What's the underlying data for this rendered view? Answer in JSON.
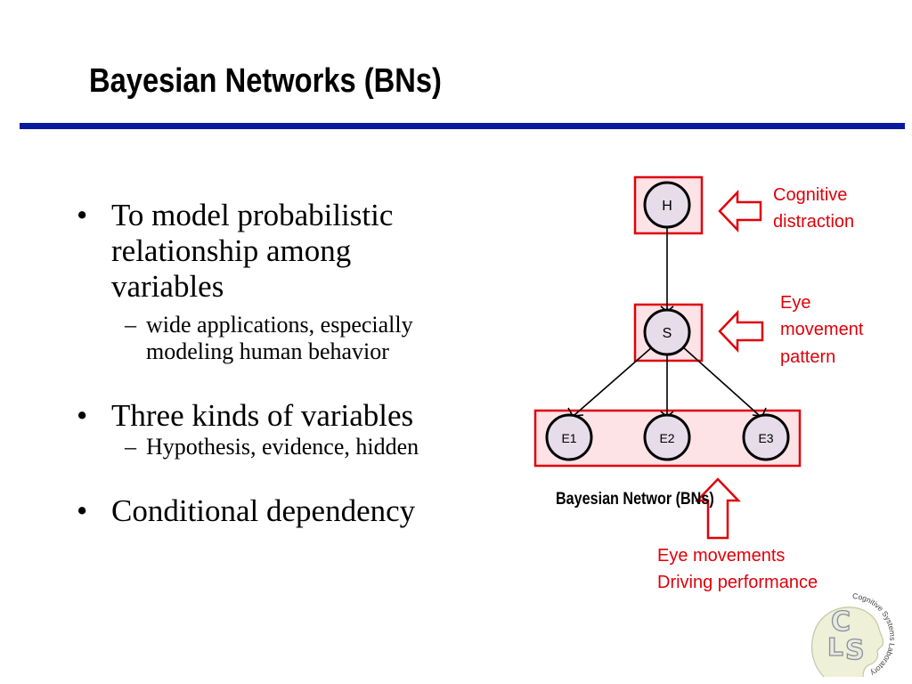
{
  "slide": {
    "title": "Bayesian Networks (BNs)",
    "bullets": [
      {
        "text": "To model probabilistic relationship among variables",
        "lines": [
          "To model probabilistic",
          "relationship among",
          "variables"
        ],
        "sub": [
          "wide applications, especially",
          "modeling human behavior"
        ]
      },
      {
        "text": "Three kinds of variables",
        "sub": [
          "Hypothesis, evidence, hidden"
        ]
      },
      {
        "text": "Conditional dependency",
        "sub": []
      }
    ],
    "bullet_glyph": "•",
    "dash_glyph": "–"
  },
  "diagram": {
    "nodes": {
      "h": "H",
      "s": "S",
      "e1": "E1",
      "e2": "E2",
      "e3": "E3"
    },
    "caption": "Bayesian Networ     (BNs)",
    "annotations": {
      "cognitive": [
        "Cognitive",
        "distraction"
      ],
      "eye_pattern": [
        "Eye",
        "movement",
        "pattern"
      ],
      "evidence": [
        "Eye movements",
        "Driving performance"
      ]
    },
    "colors": {
      "box_fill": "#fde3e6",
      "box_stroke": "#e0000a",
      "node_fill": "#e6dcea",
      "accent_red": "#e0000a",
      "rule_blue": "#0a1a9e"
    }
  },
  "logo": {
    "letters": [
      "C",
      "L",
      "S"
    ],
    "ring_text": "Cognitive Systems Laboratory"
  }
}
